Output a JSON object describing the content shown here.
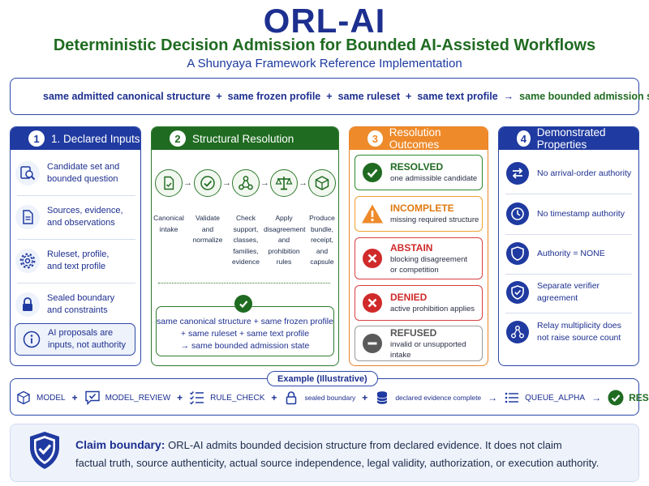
{
  "header": {
    "title": "ORL-AI",
    "subtitle": "Deterministic Decision Admission for Bounded AI-Assisted Workflows",
    "tagline": "A Shunyaya Framework Reference Implementation"
  },
  "banner": {
    "parts": [
      "same admitted canonical structure",
      "same frozen profile",
      "same ruleset",
      "same text profile"
    ],
    "final": "same bounded admission state",
    "icon": "shield-check-icon"
  },
  "columns": {
    "inputs": {
      "number": "1",
      "title": "1. Declared Inputs",
      "items": [
        {
          "l1": "Candidate set and",
          "l2": "bounded question",
          "icon": "search-person-icon"
        },
        {
          "l1": "Sources, evidence,",
          "l2": "and observations",
          "icon": "document-icon"
        },
        {
          "l1": "Ruleset, profile,",
          "l2": "and text profile",
          "icon": "gear-icon"
        },
        {
          "l1": "Sealed boundary",
          "l2": "and constraints",
          "icon": "lock-icon"
        }
      ],
      "note": {
        "l1": "AI proposals are",
        "l2": "inputs, not authority",
        "icon": "info-icon"
      }
    },
    "resolution": {
      "number": "2",
      "title": "Structural Resolution",
      "steps": [
        {
          "lines": [
            "Canonical",
            "intake"
          ],
          "icon": "document-intake-icon"
        },
        {
          "lines": [
            "Validate",
            "and",
            "normalize"
          ],
          "icon": "check-circle-icon"
        },
        {
          "lines": [
            "Check",
            "support,",
            "classes,",
            "families,",
            "evidence"
          ],
          "icon": "network-icon"
        },
        {
          "lines": [
            "Apply",
            "disagreement",
            "and",
            "prohibition",
            "rules"
          ],
          "icon": "scales-icon"
        },
        {
          "lines": [
            "Produce",
            "bundle,",
            "receipt,",
            "and",
            "capsule"
          ],
          "icon": "package-icon"
        }
      ],
      "rule": {
        "l1": "same canonical structure + same frozen profile",
        "l2": "+ same ruleset + same text profile",
        "l3": "→ same bounded admission state"
      }
    },
    "outcomes": {
      "number": "3",
      "title": "Resolution Outcomes",
      "items": [
        {
          "title": "RESOLVED",
          "desc": "one admissible candidate",
          "icon": "check-icon"
        },
        {
          "title": "INCOMPLETE",
          "desc": "missing required structure",
          "icon": "warning-icon"
        },
        {
          "title": "ABSTAIN",
          "desc": "blocking disagreement",
          "desc2": "or competition",
          "icon": "x-icon"
        },
        {
          "title": "DENIED",
          "desc": "active prohibition applies",
          "icon": "x-icon"
        },
        {
          "title": "REFUSED",
          "desc": "invalid or unsupported intake",
          "icon": "minus-icon"
        }
      ]
    },
    "properties": {
      "number": "4",
      "title": "Demonstrated Properties",
      "items": [
        {
          "l1": "No arrival-order authority",
          "icon": "swap-arrows-icon"
        },
        {
          "l1": "No timestamp authority",
          "icon": "clock-icon"
        },
        {
          "l1": "Authority = NONE",
          "icon": "shield-icon"
        },
        {
          "l1": "Separate verifier agreement",
          "icon": "shield-check-icon"
        },
        {
          "l1": "Relay multiplicity does",
          "l2": "not raise source count",
          "icon": "network-icon"
        }
      ]
    }
  },
  "example": {
    "tag": "Example (Illustrative)",
    "items": [
      {
        "label": "MODEL",
        "icon": "cube-icon"
      },
      {
        "label": "MODEL_REVIEW",
        "icon": "chat-check-icon"
      },
      {
        "label": "RULE_CHECK",
        "icon": "checklist-icon"
      },
      {
        "label": "sealed boundary",
        "icon": "lock-icon"
      },
      {
        "label": "declared evidence complete",
        "icon": "database-icon"
      },
      {
        "label": "QUEUE_ALPHA",
        "icon": "list-icon"
      }
    ],
    "final": "RESOLVED"
  },
  "claim": {
    "heading": "Claim boundary:",
    "text1": "ORL-AI admits bounded decision structure from declared evidence. It does not claim",
    "text2": "factual truth, source authenticity, actual source independence, legal validity, authorization, or execution authority.",
    "icon": "shield-check-icon"
  },
  "colors": {
    "blue": "#1f3aa0",
    "green": "#1f6b21",
    "orange": "#ee8a2a",
    "red": "#d02a2a",
    "gray": "#555555"
  }
}
